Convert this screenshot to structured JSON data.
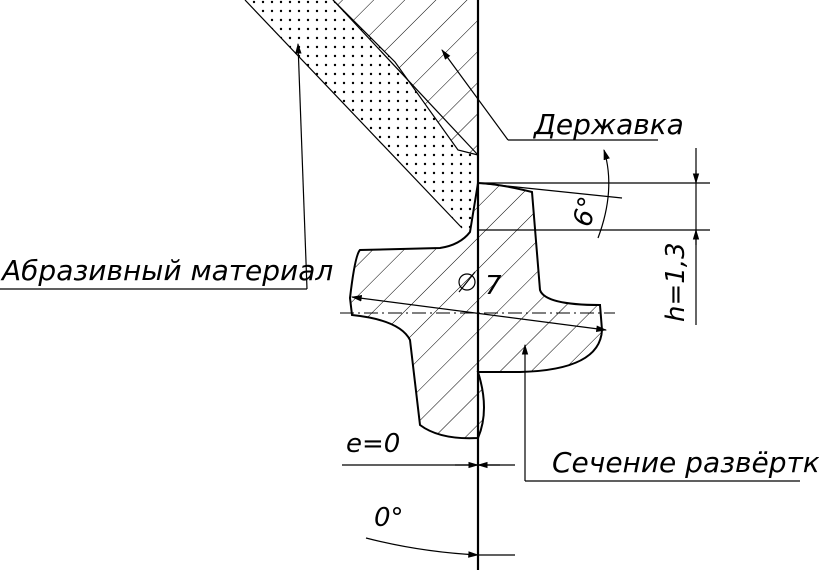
{
  "labels": {
    "holder": "Державка",
    "abrasive": "Абразивный материал",
    "section": "Сечение развёртки",
    "angle_top": "6°",
    "diameter": "⌀ 7",
    "height": "h=1,3",
    "offset": "e=0",
    "angle_bottom": "0°"
  },
  "colors": {
    "ink": "#000000",
    "paper": "#ffffff"
  }
}
